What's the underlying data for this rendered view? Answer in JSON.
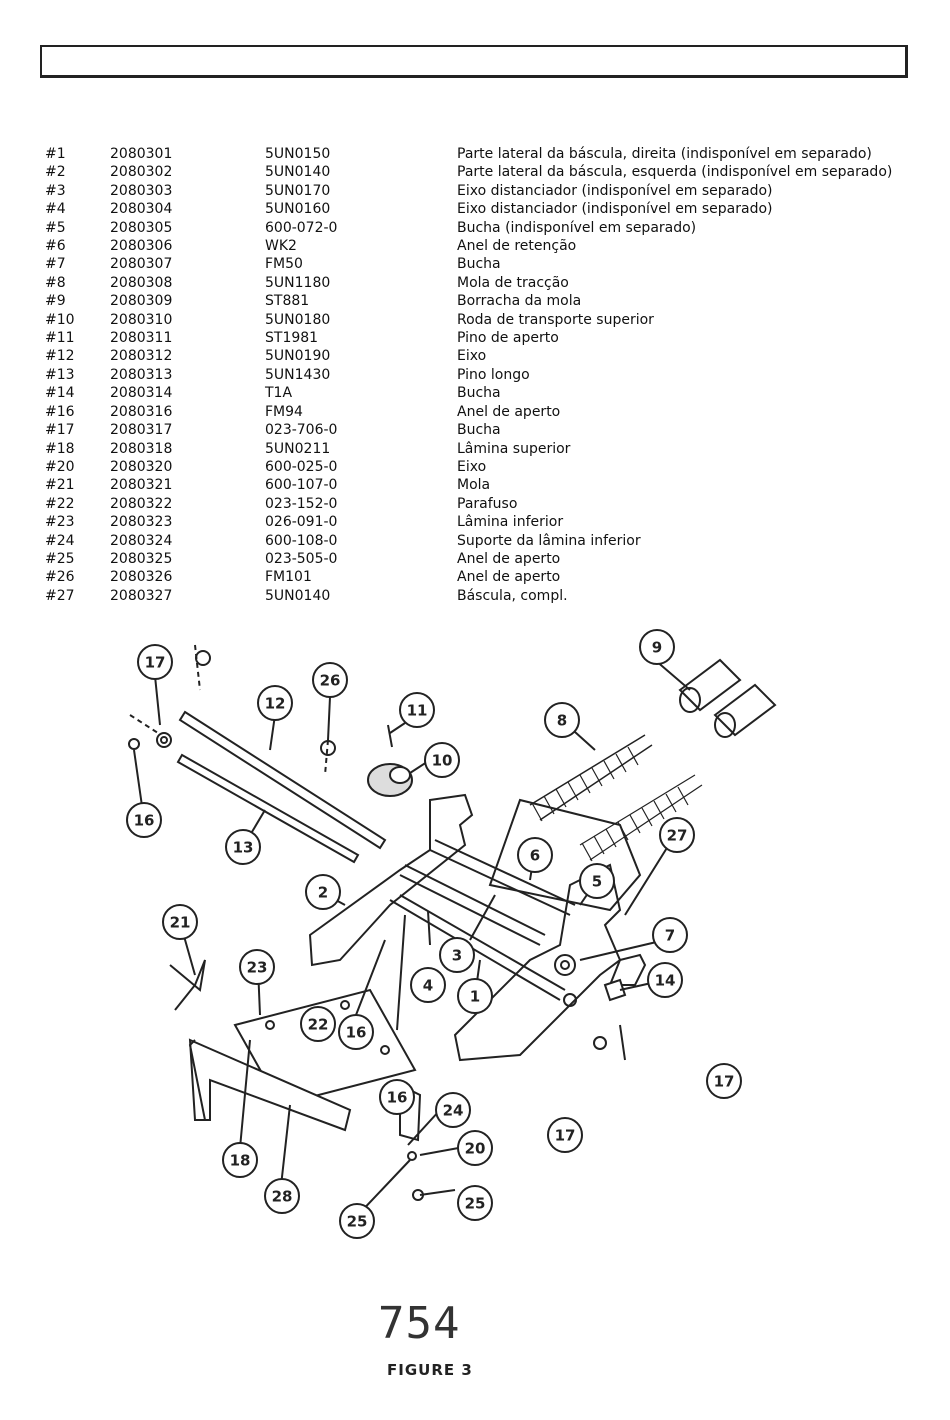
{
  "parts": [
    {
      "num": "#1",
      "code": "2080301",
      "ref": "5UN0150",
      "desc": "Parte lateral da báscula, direita (indisponível em separado)"
    },
    {
      "num": "#2",
      "code": "2080302",
      "ref": "5UN0140",
      "desc": "Parte lateral da báscula, esquerda (indisponível em separado)"
    },
    {
      "num": "#3",
      "code": "2080303",
      "ref": "5UN0170",
      "desc": "Eixo distanciador (indisponível em separado)"
    },
    {
      "num": "#4",
      "code": "2080304",
      "ref": "5UN0160",
      "desc": "Eixo distanciador (indisponível em separado)"
    },
    {
      "num": "#5",
      "code": "2080305",
      "ref": "600-072-0",
      "desc": "Bucha (indisponível em separado)"
    },
    {
      "num": "#6",
      "code": "2080306",
      "ref": "WK2",
      "desc": "Anel de retenção"
    },
    {
      "num": "#7",
      "code": "2080307",
      "ref": "FM50",
      "desc": "Bucha"
    },
    {
      "num": "#8",
      "code": "2080308",
      "ref": "5UN1180",
      "desc": "Mola de tracção"
    },
    {
      "num": "#9",
      "code": "2080309",
      "ref": "ST881",
      "desc": "Borracha da mola"
    },
    {
      "num": "#10",
      "code": "2080310",
      "ref": "5UN0180",
      "desc": "Roda de transporte superior"
    },
    {
      "num": "#11",
      "code": "2080311",
      "ref": "ST1981",
      "desc": "Pino de aperto"
    },
    {
      "num": "#12",
      "code": "2080312",
      "ref": "5UN0190",
      "desc": "Eixo"
    },
    {
      "num": "#13",
      "code": "2080313",
      "ref": "5UN1430",
      "desc": "Pino longo"
    },
    {
      "num": "#14",
      "code": "2080314",
      "ref": "T1A",
      "desc": "Bucha"
    },
    {
      "num": "#16",
      "code": "2080316",
      "ref": "FM94",
      "desc": "Anel de aperto"
    },
    {
      "num": "#17",
      "code": "2080317",
      "ref": "023-706-0",
      "desc": "Bucha"
    },
    {
      "num": "#18",
      "code": "2080318",
      "ref": "5UN0211",
      "desc": "Lâmina superior"
    },
    {
      "num": "#20",
      "code": "2080320",
      "ref": "600-025-0",
      "desc": "Eixo"
    },
    {
      "num": "#21",
      "code": "2080321",
      "ref": "600-107-0",
      "desc": "Mola"
    },
    {
      "num": "#22",
      "code": "2080322",
      "ref": "023-152-0",
      "desc": "Parafuso"
    },
    {
      "num": "#23",
      "code": "2080323",
      "ref": "026-091-0",
      "desc": "Lâmina inferior"
    },
    {
      "num": "#24",
      "code": "2080324",
      "ref": "600-108-0",
      "desc": "Suporte da lâmina inferior"
    },
    {
      "num": "#25",
      "code": "2080325",
      "ref": "023-505-0",
      "desc": "Anel de aperto"
    },
    {
      "num": "#26",
      "code": "2080326",
      "ref": "FM101",
      "desc": "Anel de aperto"
    },
    {
      "num": "#27",
      "code": "2080327",
      "ref": "5UN0140",
      "desc": "Báscula, compl."
    }
  ],
  "callouts": [
    "17",
    "26",
    "12",
    "11",
    "10",
    "9",
    "8",
    "16",
    "13",
    "2",
    "6",
    "5",
    "27",
    "21",
    "23",
    "22",
    "3",
    "7",
    "4",
    "1",
    "14",
    "16",
    "17",
    "16",
    "17",
    "24",
    "20",
    "25",
    "18",
    "28",
    "25"
  ],
  "page_number": "754",
  "figure_caption": "FIGURE 3"
}
